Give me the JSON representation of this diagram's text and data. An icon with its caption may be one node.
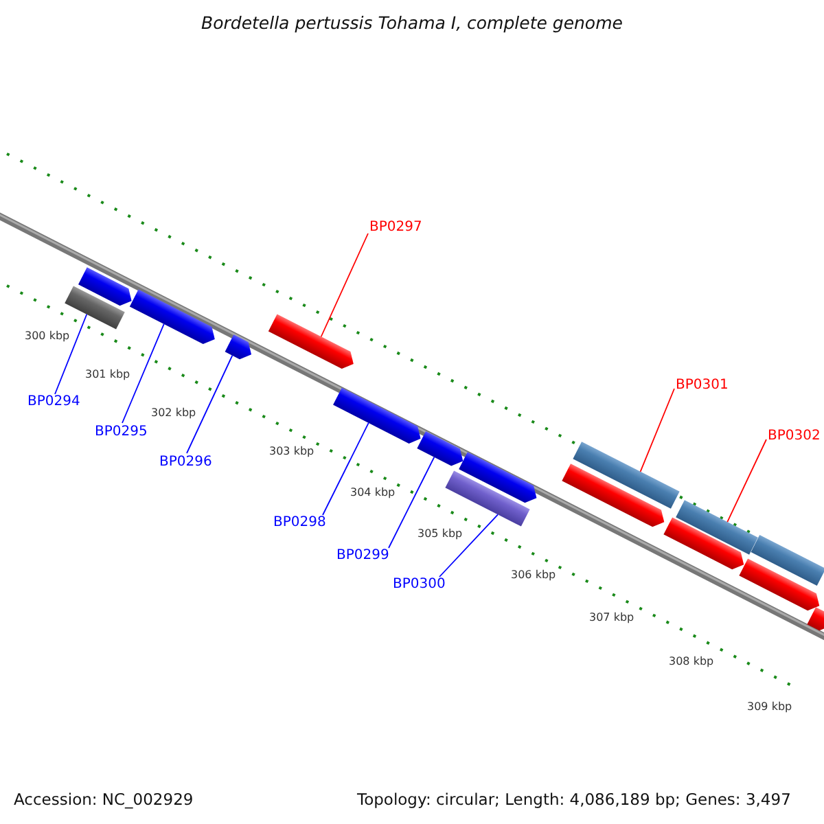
{
  "diagram": {
    "title": "Bordetella pertussis Tohama I, complete genome",
    "nodes": [
      {
        "text": [],
        "shape": "bar"
      },
      {
        "text": [],
        "shape": "arrow"
      },
      {
        "text": [],
        "shape": "arrow"
      },
      {
        "text": [],
        "shape": "arrow"
      },
      {
        "text": [],
        "shape": "arrow"
      },
      {
        "text": [],
        "shape": "arrow"
      },
      {
        "text": [],
        "shape": "arrow"
      },
      {
        "text": [],
        "shape": "bar"
      },
      {
        "text": [],
        "shape": "arrow"
      },
      {
        "text": [],
        "shape": "arrow"
      },
      {
        "text": [],
        "shape": "bar"
      },
      {
        "text": [],
        "shape": "arrow"
      },
      {
        "text": [],
        "shape": "bar"
      },
      {
        "text": [],
        "shape": "arrow"
      },
      {
        "text": [],
        "shape": "bar"
      },
      {
        "text": [],
        "shape": "arrow"
      },
      {
        "text": [
          "BP0297"
        ]
      },
      {
        "text": [
          "BP0301"
        ]
      },
      {
        "text": [
          "BP0302"
        ]
      },
      {
        "text": [
          "BP0294"
        ]
      },
      {
        "text": [
          "BP0295"
        ]
      },
      {
        "text": [
          "BP0296"
        ]
      },
      {
        "text": [
          "BP0298"
        ]
      },
      {
        "text": [
          "BP0299"
        ]
      },
      {
        "text": [
          "BP0300"
        ]
      }
    ],
    "edges": [
      {
        "from": 16,
        "to": 4,
        "arrow": "none",
        "color": "#ff0000"
      },
      {
        "from": 17,
        "to": 10,
        "arrow": "none",
        "color": "#ff0000"
      },
      {
        "from": 18,
        "to": 12,
        "arrow": "none",
        "color": "#ff0000"
      },
      {
        "from": 19,
        "to": 0,
        "arrow": "none"
      },
      {
        "from": 20,
        "to": 2,
        "arrow": "none"
      },
      {
        "from": 21,
        "to": 3,
        "arrow": "none"
      },
      {
        "from": 22,
        "to": 5,
        "arrow": "none"
      },
      {
        "from": 23,
        "to": 6,
        "arrow": "none"
      },
      {
        "from": 24,
        "to": 7,
        "arrow": "none"
      }
    ],
    "labels": [
      "300 kbp",
      "301 kbp",
      "302 kbp",
      "303 kbp",
      "304 kbp",
      "305 kbp",
      "306 kbp",
      "307 kbp",
      "308 kbp",
      "309 kbp",
      "Accession: NC_002929",
      "Topology: circular; Length: 4,086,189 bp; Genes: 3,497"
    ]
  }
}
